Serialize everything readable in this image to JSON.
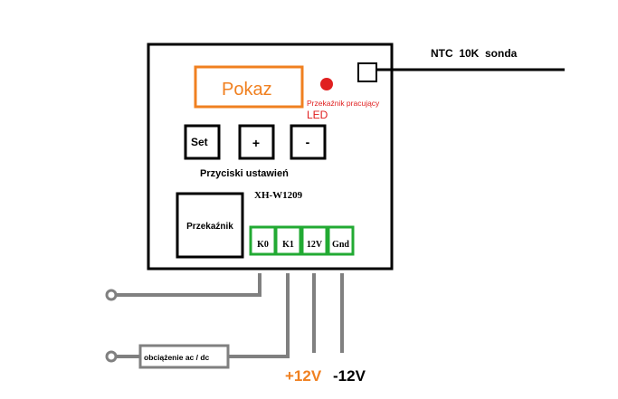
{
  "display": {
    "label": "Pokaz"
  },
  "relay_led": {
    "label_small": "Przekaźnik pracujący",
    "label_large": "LED"
  },
  "buttons": {
    "set": "Set",
    "plus": "+",
    "minus": "-"
  },
  "buttons_caption": "Przyciski ustawień",
  "module_name": "XH-W1209",
  "relay": {
    "label": "Przekaźnik"
  },
  "terminals": [
    "K0",
    "K1",
    "12V",
    "Gnd"
  ],
  "probe": {
    "label": "NTC  10K  sonda"
  },
  "load": {
    "label": "obciążenie ac / dc"
  },
  "supply": {
    "positive": "+12V",
    "negative": "-12V"
  },
  "colors": {
    "display_border": "#f08020",
    "display_text": "#f08020",
    "led": "#e02020",
    "led_text": "#e02020",
    "terminal_border": "#22aa33",
    "wire": "#808080",
    "board_border": "#000000",
    "supply_positive": "#f08020",
    "supply_negative": "#000000"
  }
}
